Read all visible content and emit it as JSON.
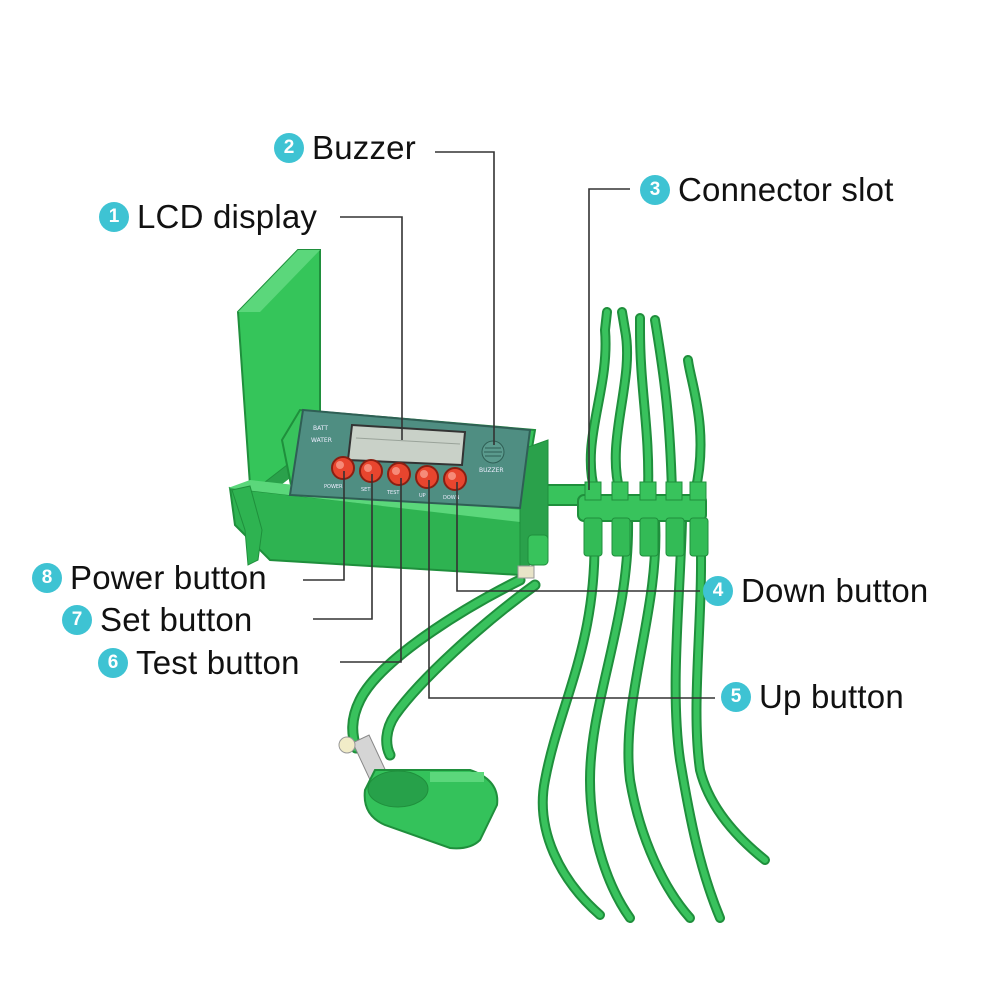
{
  "callouts": [
    {
      "number": "1",
      "label": "LCD display"
    },
    {
      "number": "2",
      "label": "Buzzer"
    },
    {
      "number": "3",
      "label": "Connector slot"
    },
    {
      "number": "4",
      "label": "Down button"
    },
    {
      "number": "5",
      "label": "Up button"
    },
    {
      "number": "6",
      "label": "Test button"
    },
    {
      "number": "7",
      "label": "Set button"
    },
    {
      "number": "8",
      "label": "Power button"
    }
  ],
  "device": {
    "panel_labels": {
      "batt": "BATT",
      "water": "WATER",
      "buzzer": "BUZZER",
      "buttons": [
        "POWER",
        "SET",
        "TEST",
        "UP",
        "DOWN"
      ]
    }
  },
  "colors": {
    "badge": "#3ec3d3",
    "leader_line": "#333333",
    "device_green": "#33c65a",
    "tube_green": "#2fb14f",
    "panel": "#4f8e82",
    "button_red": "#e8452e"
  }
}
